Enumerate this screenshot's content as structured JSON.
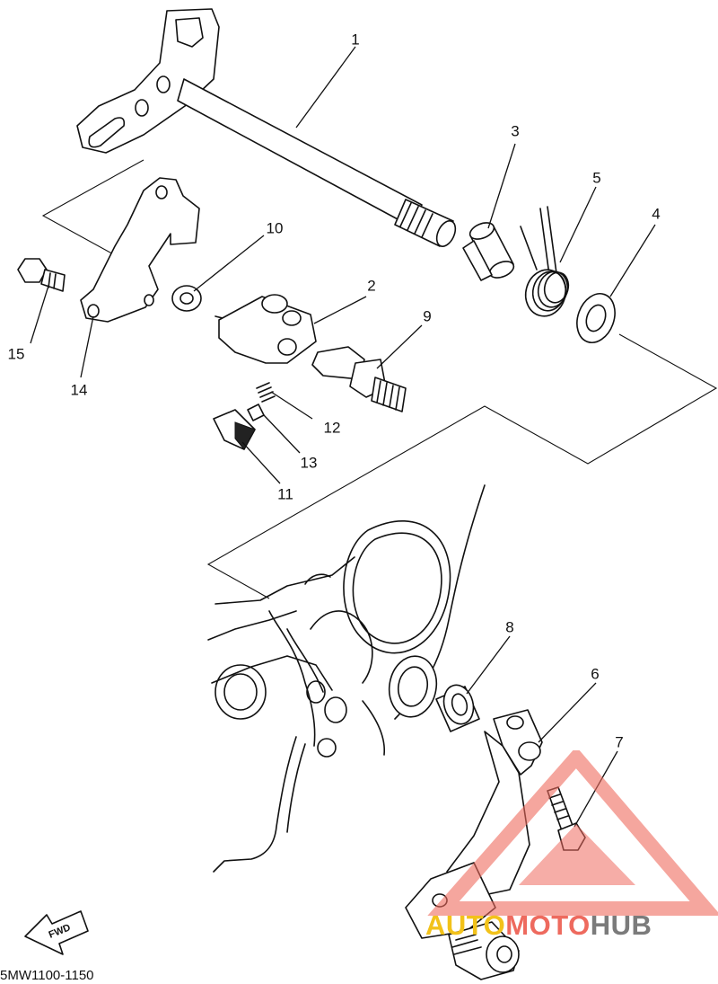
{
  "diagram": {
    "code": "5MW1100-1150",
    "direction_label": "FWD",
    "callouts": [
      {
        "id": "c1",
        "text": "1"
      },
      {
        "id": "c2",
        "text": "2"
      },
      {
        "id": "c3",
        "text": "3"
      },
      {
        "id": "c4",
        "text": "4"
      },
      {
        "id": "c5",
        "text": "5"
      },
      {
        "id": "c6",
        "text": "6"
      },
      {
        "id": "c7",
        "text": "7"
      },
      {
        "id": "c8",
        "text": "8"
      },
      {
        "id": "c9",
        "text": "9"
      },
      {
        "id": "c10",
        "text": "10"
      },
      {
        "id": "c11",
        "text": "11"
      },
      {
        "id": "c12",
        "text": "12"
      },
      {
        "id": "c13",
        "text": "13"
      },
      {
        "id": "c14",
        "text": "14"
      },
      {
        "id": "c15",
        "text": "15"
      }
    ]
  },
  "watermark": {
    "part_a": "AUTO",
    "part_b": "MOTO",
    "part_c": "HUB",
    "colors": {
      "auto": "#f2c21a",
      "moto": "#ee6a5e",
      "hub": "#7b7b7b",
      "triangle": "#ee6a5e"
    }
  }
}
